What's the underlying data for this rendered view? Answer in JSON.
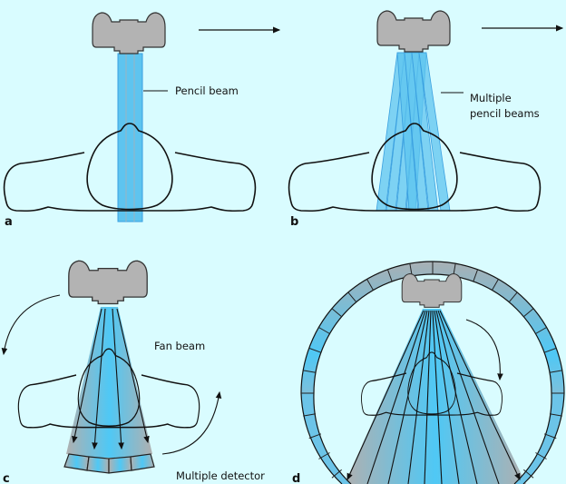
{
  "figure": {
    "panels": [
      {
        "id": "a",
        "label": "a",
        "annotation": "Pencil beam"
      },
      {
        "id": "b",
        "label": "b",
        "annotation_lines": [
          "Multiple",
          "pencil beams"
        ]
      },
      {
        "id": "c",
        "label": "c",
        "annotations": [
          "Fan beam",
          "Multiple detector"
        ]
      },
      {
        "id": "d",
        "label": "d"
      }
    ]
  },
  "colors": {
    "background": "#d9fcff",
    "tube": "#b3b3b3",
    "beam_blue": "#4fc8f5",
    "beam_grey": "#a8b4bc",
    "outline": "#111111"
  }
}
